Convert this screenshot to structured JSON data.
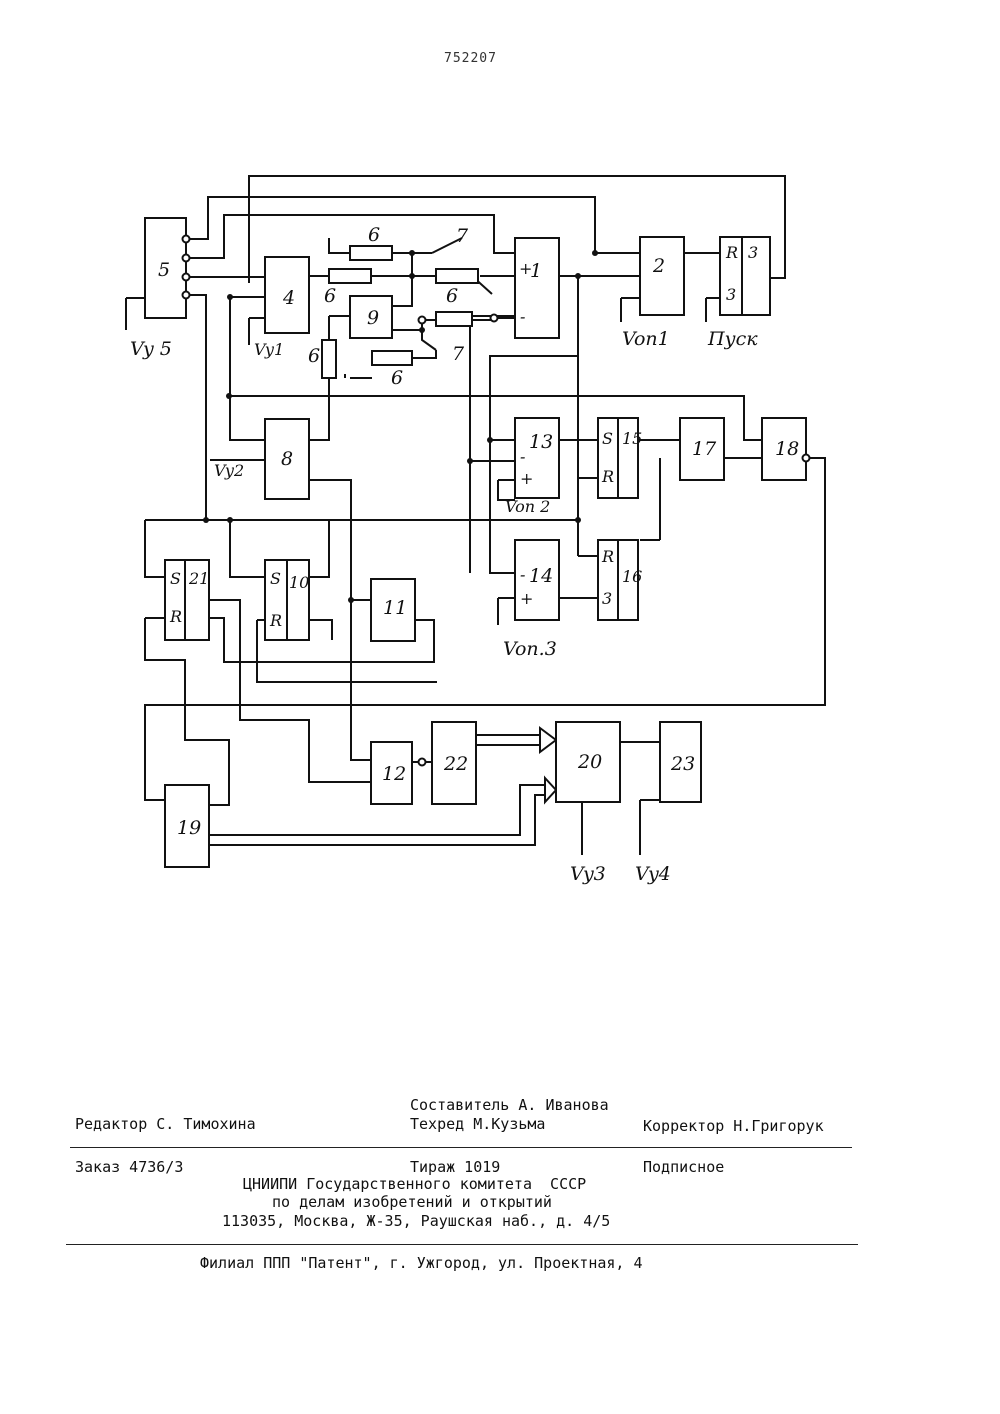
{
  "patent_number": "752207",
  "diagram": {
    "blocks": {
      "b1": "1",
      "b2": "2",
      "b3": "3",
      "b3_r": "R",
      "b3_s": "3",
      "b4": "4",
      "b5": "5",
      "b8": "8",
      "b9": "9",
      "b10": "10",
      "b10_s": "S",
      "b10_r": "R",
      "b11": "11",
      "b12": "12",
      "b13": "13",
      "b14": "14",
      "b15": "15",
      "b15_s": "S",
      "b15_r": "R",
      "b16": "16",
      "b16_r": "R",
      "b16_s": "3",
      "b17": "17",
      "b18": "18",
      "b19": "19",
      "b20": "20",
      "b21": "21",
      "b21_s": "S",
      "b21_r": "R",
      "b22": "22",
      "b23": "23"
    },
    "resistor_label": "6",
    "switch_label": "7",
    "plus": "+",
    "minus": "-",
    "labels": {
      "vy5": "Vy 5",
      "vy1": "Vy1",
      "vy2": "Vy2",
      "vy3": "Vy3",
      "vy4": "Vy4",
      "von1": "Von1",
      "von2": "Von 2",
      "von3": "Von.3",
      "pusk": "Пуск"
    }
  },
  "footer": {
    "compiler": "Составитель А. Иванова",
    "editor": "Редактор С. Тимохина",
    "techred": "Техред М.Кузьма",
    "corrector": "Корректор Н.Григорук",
    "order": "Заказ 4736/3",
    "circulation": "Тираж 1019",
    "subscription": "Подписное",
    "org_line1": "ЦНИИПИ Государственного комитета  СССР",
    "org_line2": "по делам изобретений и открытий",
    "address": "113035, Москва, Ж-35, Раушская наб., д. 4/5",
    "branch": "Филиал ППП \"Патент\", г. Ужгород, ул. Проектная, 4"
  }
}
